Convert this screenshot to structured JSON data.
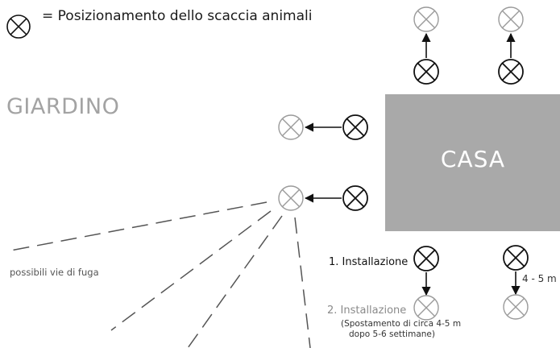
{
  "legend": {
    "text": "= Posizionamento dello scaccia animali",
    "icon": "crossed-circle-icon"
  },
  "garden": {
    "title": "GIARDINO"
  },
  "house": {
    "label": "CASA",
    "fill_color": "#a9a9a9"
  },
  "escape_routes": {
    "label": "possibili vie di fuga"
  },
  "installations": {
    "first": "1. Installazione",
    "second": "2. Installazione",
    "note_line1": "(Spostamento di circa 4-5 m",
    "note_line2": "dopo 5-6 settimane)",
    "distance": "4 - 5 m"
  },
  "colors": {
    "initial_position": "#111111",
    "relocated_position": "#9a9a9a"
  }
}
